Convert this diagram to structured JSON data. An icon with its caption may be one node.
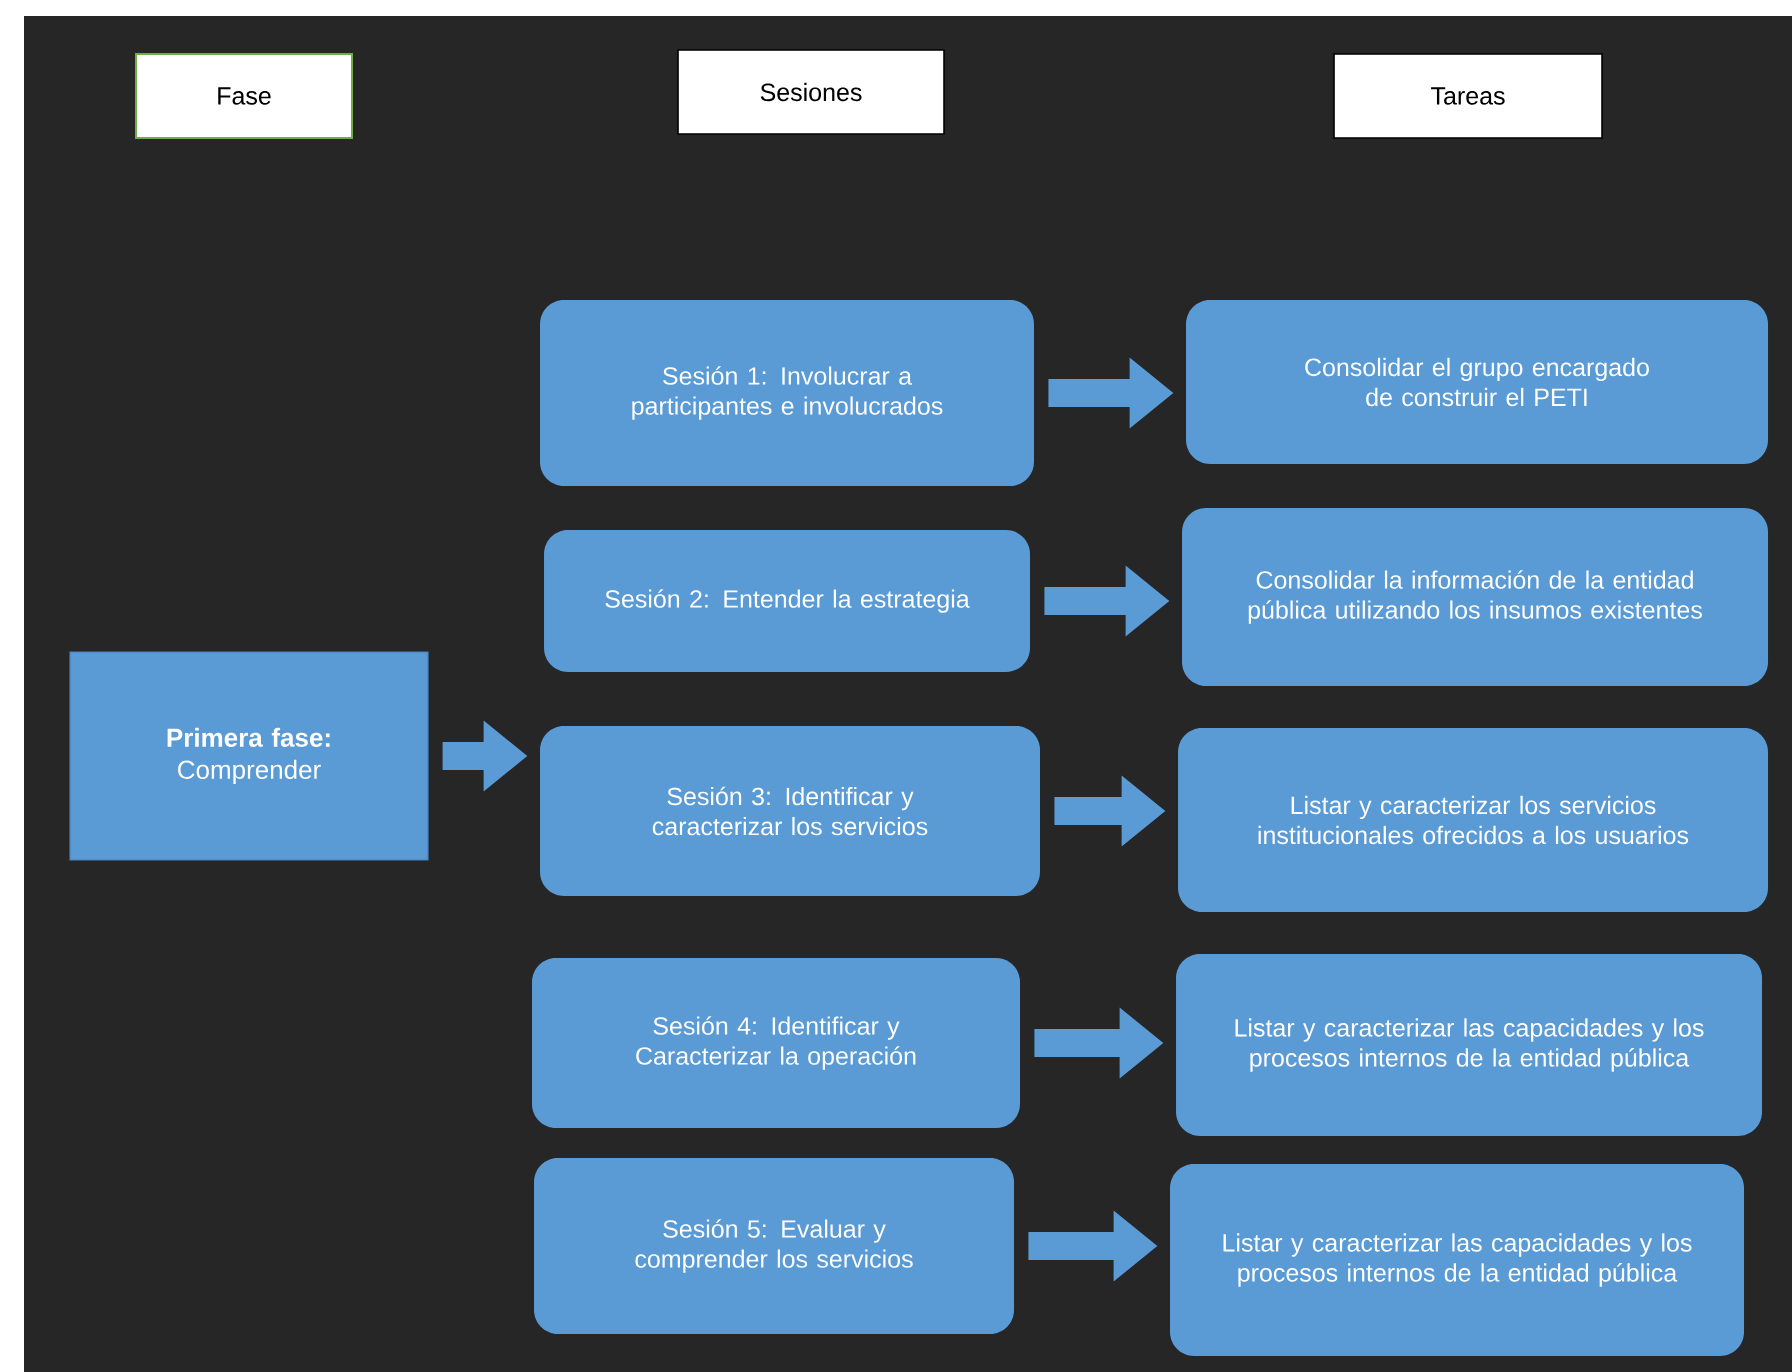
{
  "diagram": {
    "nodes": [
      {
        "text": [
          "Fase"
        ]
      },
      {
        "text": [
          "Sesiones"
        ]
      },
      {
        "text": [
          "Tareas"
        ]
      },
      {
        "text": [
          "**Primera fase:** Comprender"
        ]
      },
      {
        "text": [
          "Sesión 1: Involucrar a participantes e involucrados"
        ]
      },
      {
        "text": [
          "Sesión 2: Entender la estrategia"
        ]
      },
      {
        "text": [
          "Sesión 3: Identificar y caracterizar los servicios"
        ]
      },
      {
        "text": [
          "Sesión 4: Identificar y Caracterizar la operación"
        ]
      },
      {
        "text": [
          "Sesión 5: Evaluar y comprender los servicios"
        ]
      },
      {
        "text": [
          "Consolidar el grupo encargado de construir el PETI"
        ]
      },
      {
        "text": [
          "Consolidar la información de la entidad pública utilizando los insumos existentes"
        ]
      },
      {
        "text": [
          "Listar y caracterizar los servicios institucionales ofrecidos a los usuarios"
        ]
      },
      {
        "text": [
          "Listar y caracterizar las capacidades y los procesos internos de la entidad pública"
        ]
      },
      {
        "text": [
          "Listar y caracterizar las capacidades y los procesos internos de la entidad pública"
        ]
      }
    ],
    "edges": [
      {
        "from": 3,
        "to": 6,
        "arrow": "to"
      },
      {
        "from": 4,
        "to": 9,
        "arrow": "to"
      },
      {
        "from": 5,
        "to": 10,
        "arrow": "to"
      },
      {
        "from": 6,
        "to": 11,
        "arrow": "to"
      },
      {
        "from": 7,
        "to": 12,
        "arrow": "to"
      },
      {
        "from": 8,
        "to": 13,
        "arrow": "to"
      }
    ]
  }
}
